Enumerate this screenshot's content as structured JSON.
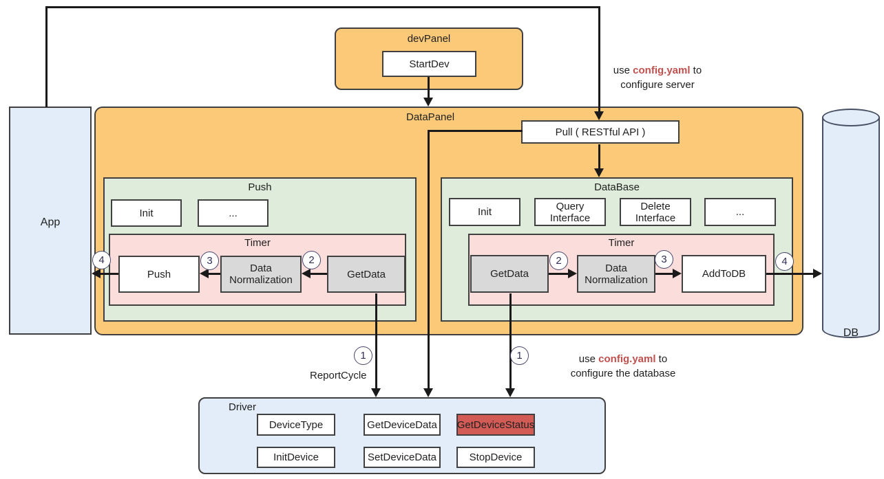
{
  "nodes": {
    "app": "App",
    "db": "DB"
  },
  "dev_panel": {
    "title": "devPanel",
    "start_dev": "StartDev"
  },
  "data_panel": {
    "title": "DataPanel",
    "pull": "Pull ( RESTful API )",
    "push": {
      "title": "Push",
      "init": "Init",
      "more": "...",
      "timer_title": "Timer",
      "push_box": "Push",
      "normalize": "Data Normalization",
      "get_data": "GetData"
    },
    "database": {
      "title": "DataBase",
      "init": "Init",
      "query": "Query Interface",
      "delete": "Delete Interface",
      "more": "...",
      "timer_title": "Timer",
      "get_data": "GetData",
      "normalize": "Data Normalization",
      "add_to_db": "AddToDB"
    }
  },
  "driver": {
    "title": "Driver",
    "buttons": [
      {
        "label": "DeviceType",
        "highlight": false
      },
      {
        "label": "GetDeviceData",
        "highlight": false
      },
      {
        "label": "GetDeviceStatus",
        "highlight": true
      },
      {
        "label": "InitDevice",
        "highlight": false
      },
      {
        "label": "SetDeviceData",
        "highlight": false
      },
      {
        "label": "StopDevice",
        "highlight": false
      }
    ]
  },
  "steps": {
    "one": "1",
    "two": "2",
    "three": "3",
    "four": "4"
  },
  "annotations": {
    "report_cycle": "ReportCycle",
    "server": {
      "use": "use ",
      "file": "config.yaml",
      "to": " to",
      "line2": "configure server"
    },
    "database": {
      "use": "use ",
      "file": "config.yaml",
      "to": " to",
      "line2": "configure the database"
    }
  },
  "colors": {
    "panel_orange": "#FBC978",
    "panel_green": "#DFECDB",
    "panel_pink": "#FBDDDB",
    "box_gray": "#D9D9D9",
    "node_blue": "#E3EDF9",
    "highlight_red": "#D25B56",
    "annotation_red": "#C0504D",
    "border_dark": "#404040",
    "arrow_black": "#1A1A1A"
  }
}
